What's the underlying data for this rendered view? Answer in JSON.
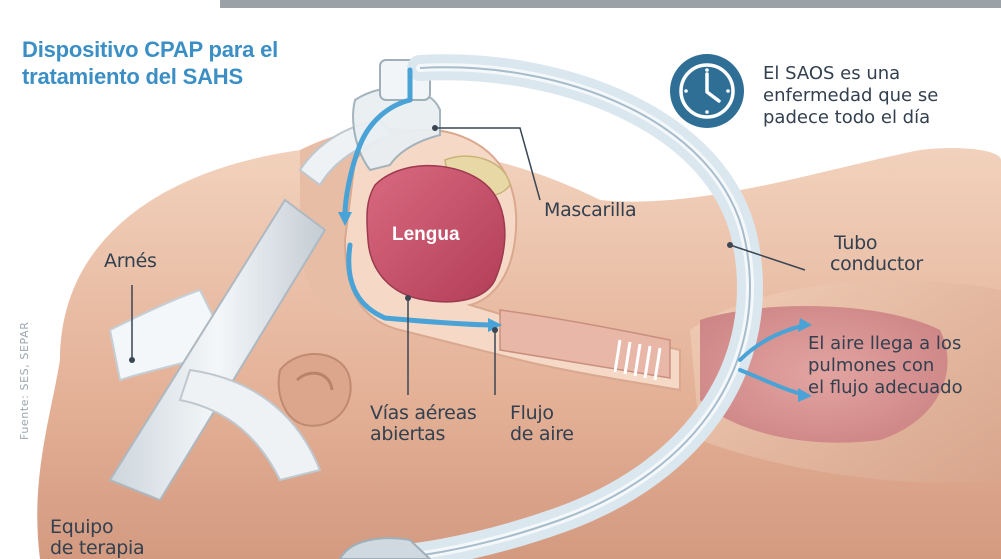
{
  "title": {
    "line1": "Dispositivo CPAP para el",
    "line2": "tratamiento del SAHS"
  },
  "note_saos": {
    "line1": "El SAOS es una",
    "line2": "enfermedad que se",
    "line3": "padece todo el día"
  },
  "labels": {
    "lengua": "Lengua",
    "mascarilla": "Mascarilla",
    "arnes": "Arnés",
    "tubo_line1": "Tubo",
    "tubo_line2": "conductor",
    "vias_line1": "Vías aéreas",
    "vias_line2": "abiertas",
    "flujo_line1": "Flujo",
    "flujo_line2": "de aire",
    "equipo_line1": "Equipo",
    "equipo_line2": "de terapia"
  },
  "note_aire": {
    "line1": "El aire llega a los",
    "line2": "pulmones con",
    "line3": "el flujo adecuado"
  },
  "source": "Fuente: SES, SEPAR",
  "icons": {
    "clock": "clock-icon"
  },
  "colors": {
    "title": "#3b8fc4",
    "clock_bg": "#2f6f95",
    "airflow": "#4aa3d6",
    "tongue": "#c9536a",
    "skin": "#ecc3aa",
    "tube": "#e3eef3"
  }
}
